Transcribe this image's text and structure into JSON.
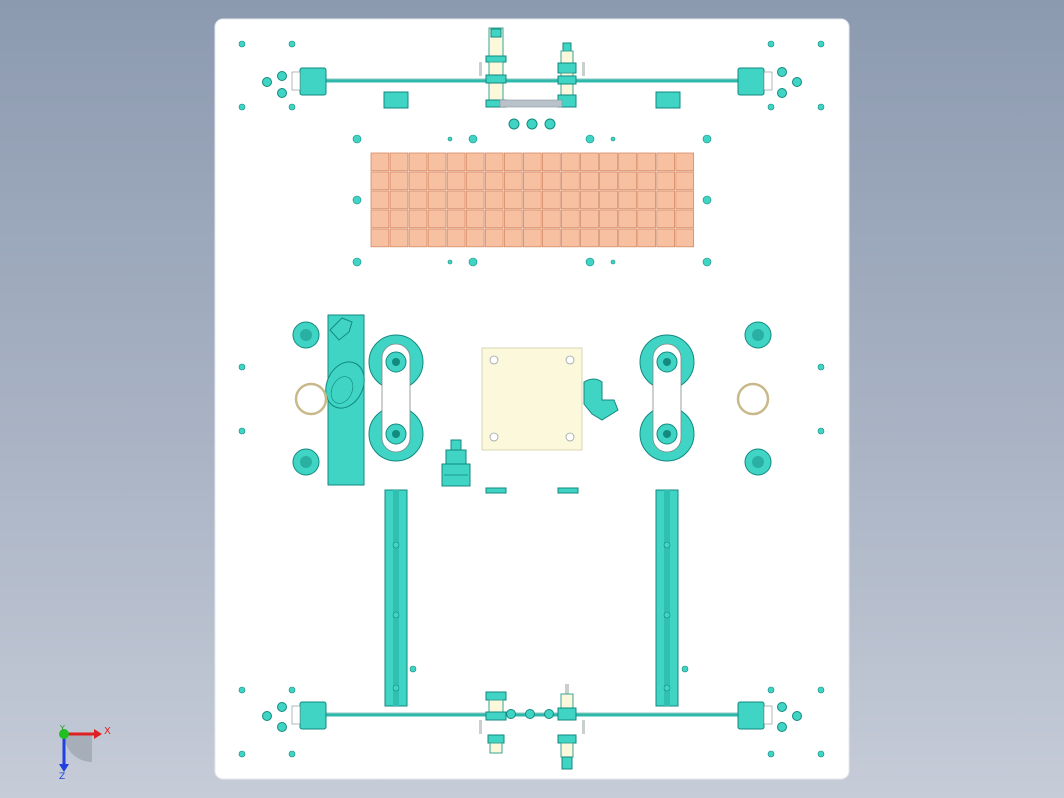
{
  "viewport": {
    "background_top": "#8c9ab0",
    "background_bottom": "#c6ccd8",
    "plate_color": "#ffffff",
    "part_color": "#3fd4c4",
    "cell_color": "#f7c1a1",
    "pad_color": "#fbf8dc"
  },
  "triad": {
    "x_label": "X",
    "y_label": "Y",
    "z_label": "Z",
    "x_color": "#e02020",
    "y_color": "#20c020",
    "z_color": "#2040e0"
  },
  "cell_grid": {
    "rows": 5,
    "cols": 17
  }
}
